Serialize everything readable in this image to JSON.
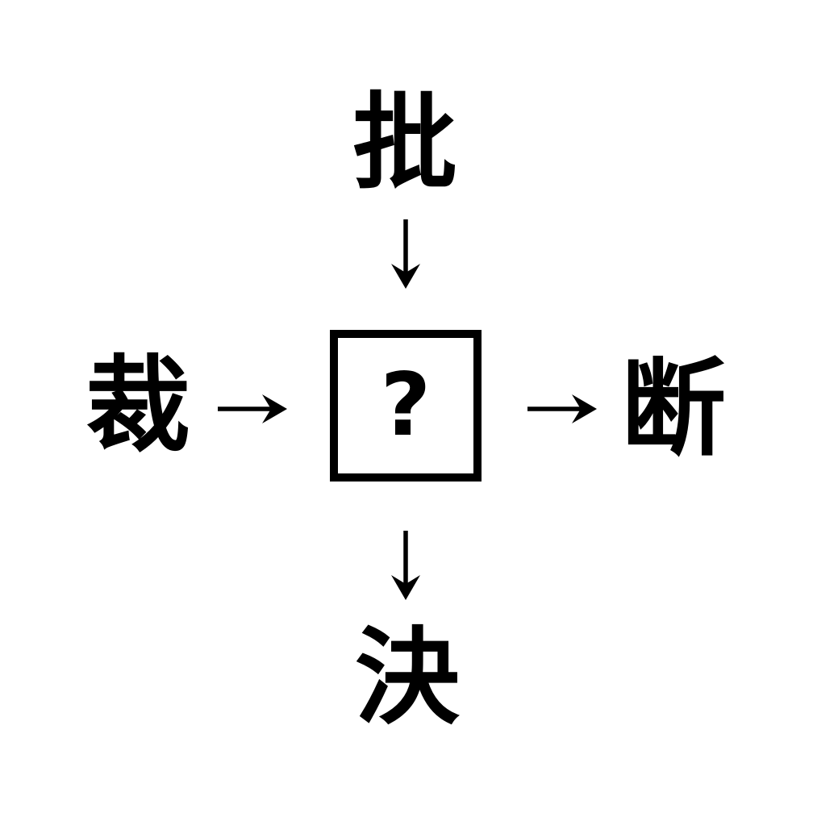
{
  "puzzle": {
    "top_kanji": "批",
    "left_kanji": "裁",
    "right_kanji": "断",
    "bottom_kanji": "決",
    "center_placeholder": "?"
  },
  "colors": {
    "ink": "#000000",
    "background": "#ffffff"
  }
}
